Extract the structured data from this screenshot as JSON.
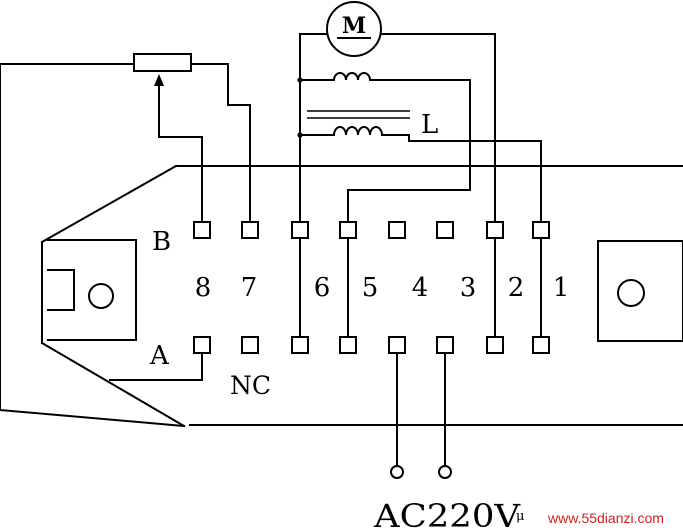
{
  "labels": {
    "motor": "M",
    "inductor": "L",
    "row_b": "B",
    "row_a": "A",
    "nc": "NC",
    "supply": "AC220V",
    "supply_mark": "μ",
    "watermark": "www.55dianzi.com"
  },
  "pin_numbers": [
    "8",
    "7",
    "6",
    "5",
    "4",
    "3",
    "2",
    "1"
  ]
}
